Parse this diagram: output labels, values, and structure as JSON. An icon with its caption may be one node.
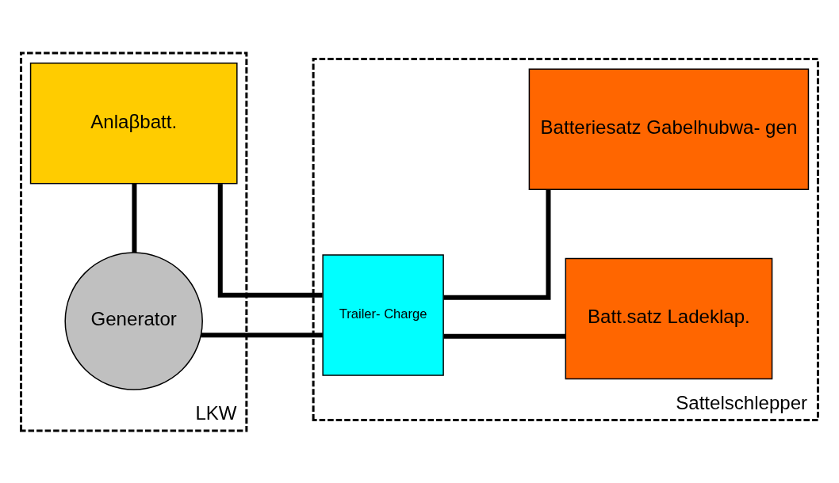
{
  "diagram": {
    "nodes": [
      {
        "text": [
          "LKW"
        ]
      },
      {
        "text": [
          "Generator"
        ],
        "in": 0
      },
      {
        "text": [
          "Anlaβbatt."
        ],
        "in": 0
      },
      {
        "text": [
          "Sattelschlepper"
        ]
      },
      {
        "text": [
          "Trailer- Charge"
        ],
        "in": 3
      },
      {
        "text": [
          "Batt.satz Ladeklap."
        ],
        "in": 3
      },
      {
        "text": [
          "Batteriesatz Gabelhubwa- gen"
        ],
        "in": 3
      }
    ],
    "edges": [
      {
        "from": 1,
        "to": 2,
        "arrow": "none"
      },
      {
        "from": 1,
        "to": 4,
        "arrow": "none"
      },
      {
        "from": 2,
        "to": 4,
        "arrow": "none"
      },
      {
        "from": 4,
        "to": 5,
        "arrow": "none"
      },
      {
        "from": 4,
        "to": 6,
        "arrow": "none"
      }
    ]
  }
}
